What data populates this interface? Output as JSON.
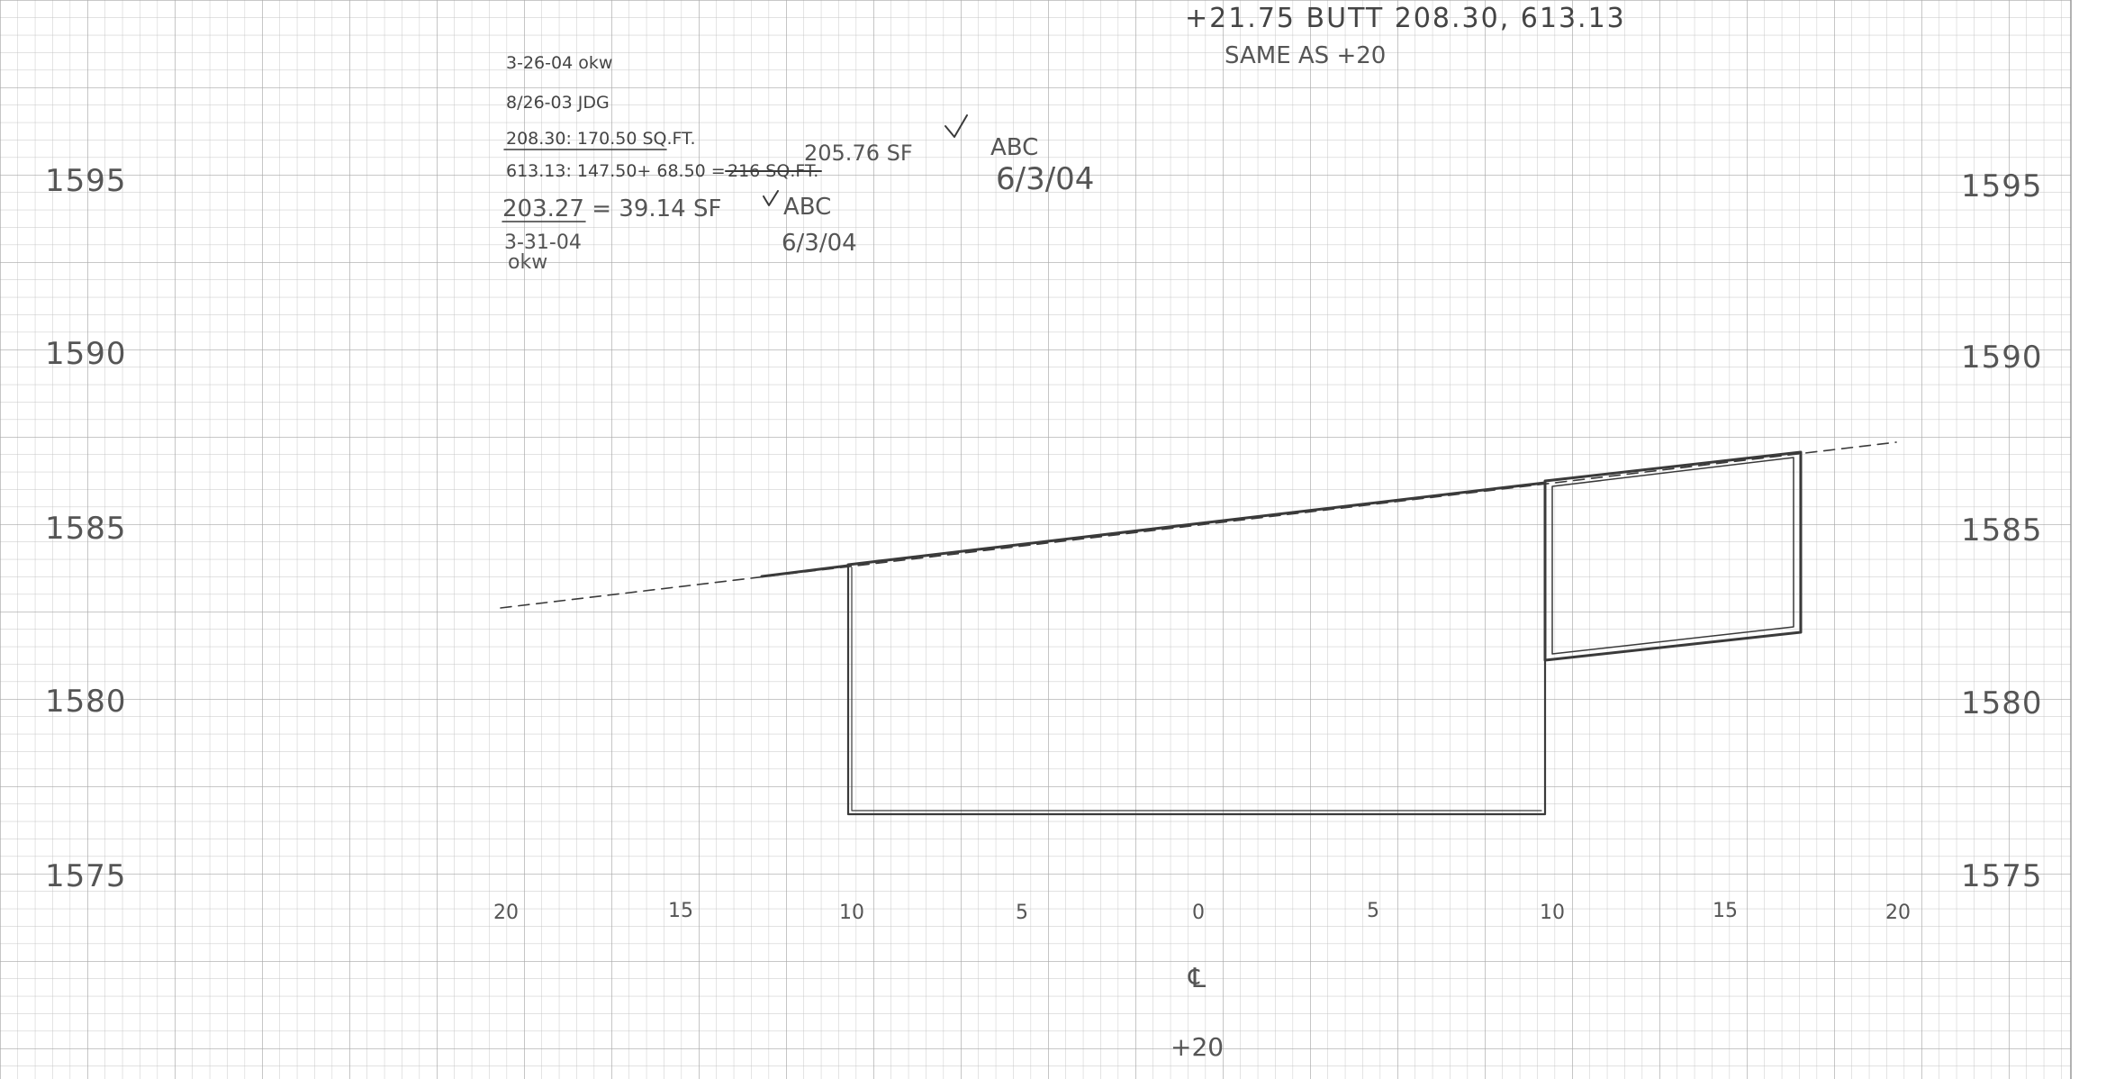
{
  "header_note": {
    "line1": "+21.75  BUTT 208.30, 613.13",
    "line2": "SAME AS  +20"
  },
  "notes": {
    "date1": "3-26-04 okw",
    "date2": "8/26-03  JDG",
    "area1": "208.30: 170.50 SQ.FT.",
    "area2_prefix": "613.13: 147.50+ 68.50 = ",
    "area2_struck": "216 SQ.FT.",
    "area2_corr": "205.76 SF",
    "approval1_a": "ABC",
    "approval1_b": "6/3/04",
    "area3": "203.27 = 39.14 SF",
    "approval2_a": "ABC",
    "approval2_b": "6/3/04",
    "date3_a": "3-31-04",
    "date3_b": "okw"
  },
  "elevations_left": [
    "1595",
    "1590",
    "1585",
    "1580",
    "1575"
  ],
  "elevations_right": [
    "1595",
    "1590",
    "1585",
    "1580",
    "1575"
  ],
  "offsets": [
    "20",
    "15",
    "10",
    "5",
    "0",
    "5",
    "10",
    "15",
    "20"
  ],
  "centerline_symbol": "℄",
  "station_label": "+20"
}
